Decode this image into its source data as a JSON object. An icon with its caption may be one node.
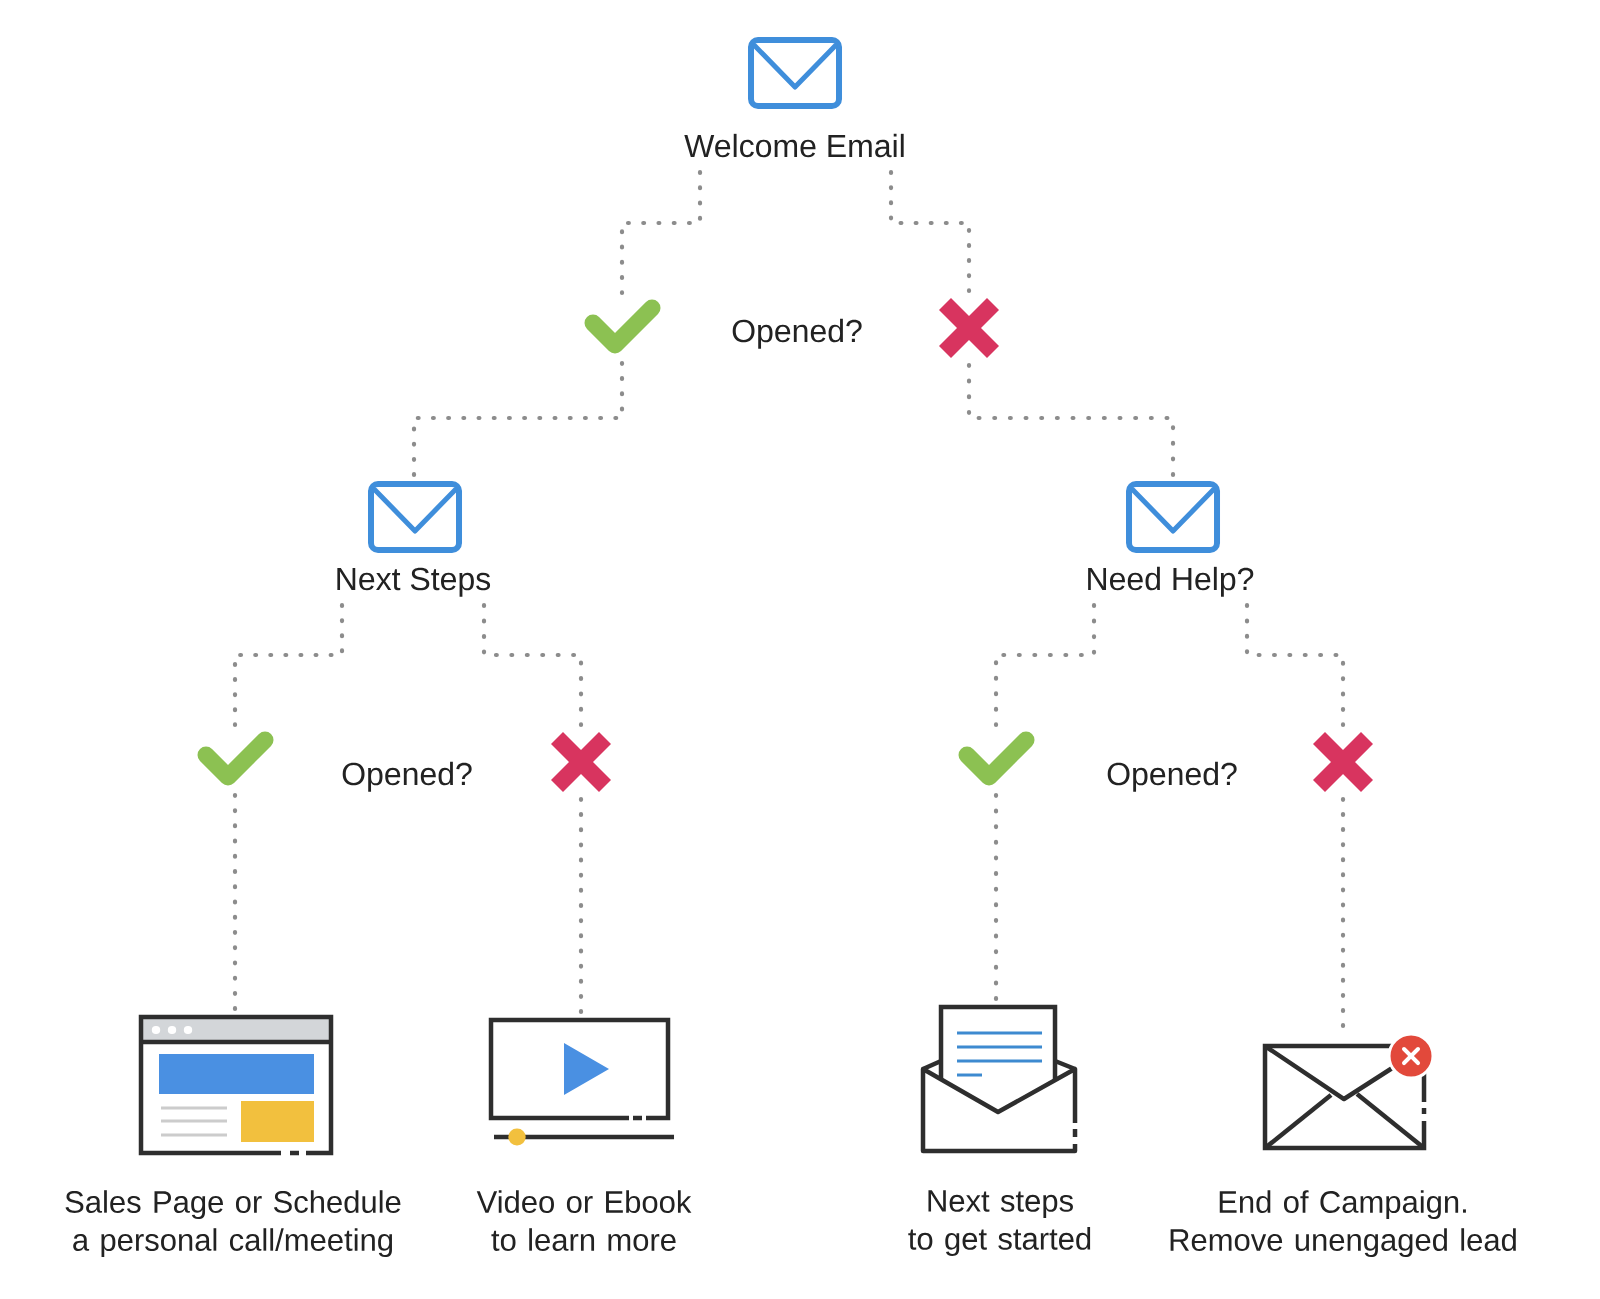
{
  "diagram": {
    "nodes": [
      {
        "text": [
          "Welcome Email"
        ]
      },
      {
        "text": [],
        "shape": "check"
      },
      {
        "text": [],
        "shape": "cross"
      },
      {
        "text": [
          "Next Steps"
        ]
      },
      {
        "text": [
          "Need Help?"
        ]
      },
      {
        "text": [],
        "shape": "check"
      },
      {
        "text": [],
        "shape": "cross"
      },
      {
        "text": [],
        "shape": "check"
      },
      {
        "text": [],
        "shape": "cross"
      },
      {
        "text": [
          "Sales Page or Schedule a personal call/meeting"
        ]
      },
      {
        "text": [
          "Video or Ebook to learn more"
        ]
      },
      {
        "text": [
          "Next steps to get started"
        ]
      },
      {
        "text": [
          "End of Campaign. Remove unengaged lead"
        ]
      }
    ],
    "edges": [
      {
        "from": 0,
        "to": 1,
        "arrow": "none"
      },
      {
        "from": 0,
        "to": 2,
        "arrow": "none"
      },
      {
        "from": 1,
        "to": 3,
        "arrow": "none"
      },
      {
        "from": 2,
        "to": 4,
        "arrow": "none"
      },
      {
        "from": 3,
        "to": 5,
        "arrow": "none"
      },
      {
        "from": 3,
        "to": 6,
        "arrow": "none"
      },
      {
        "from": 4,
        "to": 7,
        "arrow": "none"
      },
      {
        "from": 4,
        "to": 8,
        "arrow": "none"
      },
      {
        "from": 5,
        "to": 9,
        "arrow": "none"
      },
      {
        "from": 6,
        "to": 10,
        "arrow": "none"
      },
      {
        "from": 7,
        "to": 11,
        "arrow": "none"
      },
      {
        "from": 8,
        "to": 12,
        "arrow": "none"
      }
    ],
    "labels": [
      "Opened?",
      "Opened?",
      "Opened?"
    ]
  }
}
